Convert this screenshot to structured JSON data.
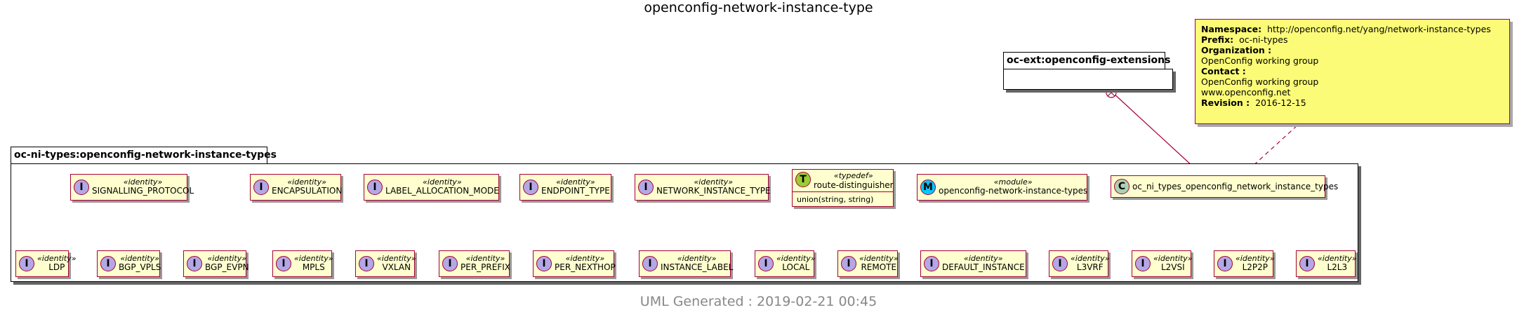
{
  "title": "openconfig-network-instance-type",
  "footer": "UML Generated : 2019-02-21 00:45",
  "ext_package": {
    "label": "oc-ext:openconfig-extensions"
  },
  "main_package": {
    "label": "oc-ni-types:openconfig-network-instance-types"
  },
  "note": {
    "namespace_label": "Namespace:",
    "namespace_value": "http://openconfig.net/yang/network-instance-types",
    "prefix_label": "Prefix:",
    "prefix_value": "oc-ni-types",
    "org_label": "Organization :",
    "org_value": "OpenConfig working group",
    "contact_label": "Contact :",
    "contact_value1": "OpenConfig working group",
    "contact_value2": "www.openconfig.net",
    "revision_label": "Revision :",
    "revision_value": "2016-12-15"
  },
  "nodes": {
    "signalling_protocol": {
      "stereotype": "«identity»",
      "name": "SIGNALLING_PROTOCOL",
      "icon": "I"
    },
    "encapsulation": {
      "stereotype": "«identity»",
      "name": "ENCAPSULATION",
      "icon": "I"
    },
    "label_allocation_mode": {
      "stereotype": "«identity»",
      "name": "LABEL_ALLOCATION_MODE",
      "icon": "I"
    },
    "endpoint_type": {
      "stereotype": "«identity»",
      "name": "ENDPOINT_TYPE",
      "icon": "I"
    },
    "network_instance_type": {
      "stereotype": "«identity»",
      "name": "NETWORK_INSTANCE_TYPE",
      "icon": "I"
    },
    "route_distinguisher": {
      "stereotype": "«typedef»",
      "name": "route-distinguisher",
      "icon": "T",
      "attr": "union(string, string)"
    },
    "module": {
      "stereotype": "«module»",
      "name": "openconfig-network-instance-types",
      "icon": "M"
    },
    "class_types": {
      "name": "oc_ni_types_openconfig_network_instance_types",
      "icon": "C"
    },
    "ldp": {
      "stereotype": "«identity»",
      "name": "LDP",
      "icon": "I"
    },
    "bgp_vpls": {
      "stereotype": "«identity»",
      "name": "BGP_VPLS",
      "icon": "I"
    },
    "bgp_evpn": {
      "stereotype": "«identity»",
      "name": "BGP_EVPN",
      "icon": "I"
    },
    "mpls": {
      "stereotype": "«identity»",
      "name": "MPLS",
      "icon": "I"
    },
    "vxlan": {
      "stereotype": "«identity»",
      "name": "VXLAN",
      "icon": "I"
    },
    "per_prefix": {
      "stereotype": "«identity»",
      "name": "PER_PREFIX",
      "icon": "I"
    },
    "per_nexthop": {
      "stereotype": "«identity»",
      "name": "PER_NEXTHOP",
      "icon": "I"
    },
    "instance_label": {
      "stereotype": "«identity»",
      "name": "INSTANCE_LABEL",
      "icon": "I"
    },
    "local": {
      "stereotype": "«identity»",
      "name": "LOCAL",
      "icon": "I"
    },
    "remote": {
      "stereotype": "«identity»",
      "name": "REMOTE",
      "icon": "I"
    },
    "default_instance": {
      "stereotype": "«identity»",
      "name": "DEFAULT_INSTANCE",
      "icon": "I"
    },
    "l3vrf": {
      "stereotype": "«identity»",
      "name": "L3VRF",
      "icon": "I"
    },
    "l2vsi": {
      "stereotype": "«identity»",
      "name": "L2VSI",
      "icon": "I"
    },
    "l2p2p": {
      "stereotype": "«identity»",
      "name": "L2P2P",
      "icon": "I"
    },
    "l2l3": {
      "stereotype": "«identity»",
      "name": "L2L3",
      "icon": "I"
    }
  },
  "colors": {
    "border": "#a80036",
    "class_fill": "#fefece",
    "note_fill": "#fbfb77",
    "identity_icon": "#b4a7e5",
    "class_icon": "#add1b2",
    "typedef_icon": "#9acd32",
    "module_icon": "#00c8ff"
  }
}
